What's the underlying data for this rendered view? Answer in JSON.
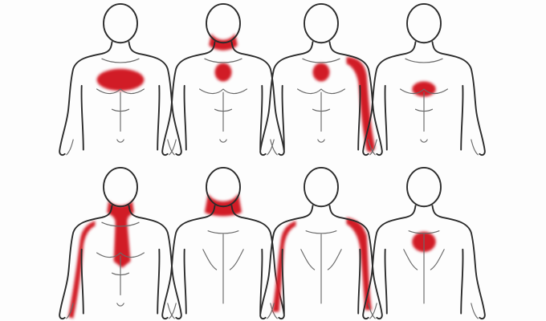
{
  "colors": {
    "pain": "#d11a25",
    "outline": "#2b2b2b",
    "detail": "#6a6a6a",
    "background": "#fdfdfd"
  },
  "figures": [
    {
      "id": "figure-1",
      "view": "front",
      "pain_regions": [
        "center-chest-wide"
      ]
    },
    {
      "id": "figure-2",
      "view": "front",
      "pain_regions": [
        "neck-band",
        "center-chest-spot"
      ]
    },
    {
      "id": "figure-3",
      "view": "front",
      "pain_regions": [
        "center-chest-spot",
        "left-shoulder-arm"
      ]
    },
    {
      "id": "figure-4",
      "view": "front",
      "pain_regions": [
        "upper-abdomen"
      ]
    },
    {
      "id": "figure-5",
      "view": "front",
      "pain_regions": [
        "neck-tie",
        "right-arm-strip"
      ]
    },
    {
      "id": "figure-6",
      "view": "back",
      "pain_regions": [
        "neck-collar"
      ]
    },
    {
      "id": "figure-7",
      "view": "back",
      "pain_regions": [
        "both-arms-outer"
      ]
    },
    {
      "id": "figure-8",
      "view": "back",
      "pain_regions": [
        "upper-back-center"
      ]
    }
  ]
}
